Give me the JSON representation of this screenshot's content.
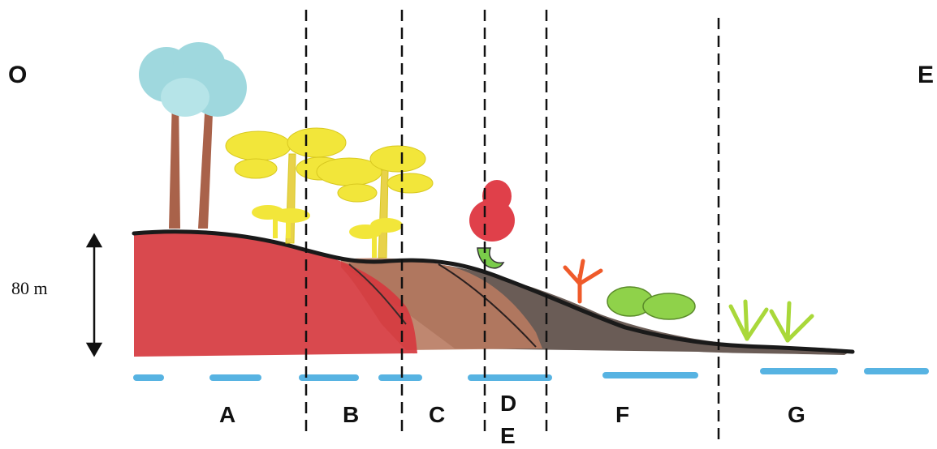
{
  "directions": {
    "west": "O",
    "east": "E"
  },
  "scale": {
    "height_label": "80 m"
  },
  "zones": [
    {
      "id": "A",
      "label": "A"
    },
    {
      "id": "B",
      "label": "B"
    },
    {
      "id": "C",
      "label": "C"
    },
    {
      "id": "D",
      "label": "D"
    },
    {
      "id": "E",
      "label": "E"
    },
    {
      "id": "F",
      "label": "F"
    },
    {
      "id": "G",
      "label": "G"
    }
  ],
  "colors": {
    "laterite_red": "#d63a3f",
    "sandy_brown": "#b87a60",
    "dark_soil": "#5a4a44",
    "water": "#3aa6dd",
    "palm_yellow": "#f2e63a",
    "tree_canopy": "#9fd8de",
    "trunk": "#a9624a",
    "cashew_red": "#e0404a",
    "shrub_orange": "#ef5a2a",
    "grass_green": "#a9d83a"
  },
  "icons": [
    "tree-icon",
    "palm-icon",
    "cashew-icon",
    "coral-shrub-icon",
    "bush-icon",
    "grass-icon",
    "arrow-up-icon",
    "arrow-down-icon"
  ]
}
